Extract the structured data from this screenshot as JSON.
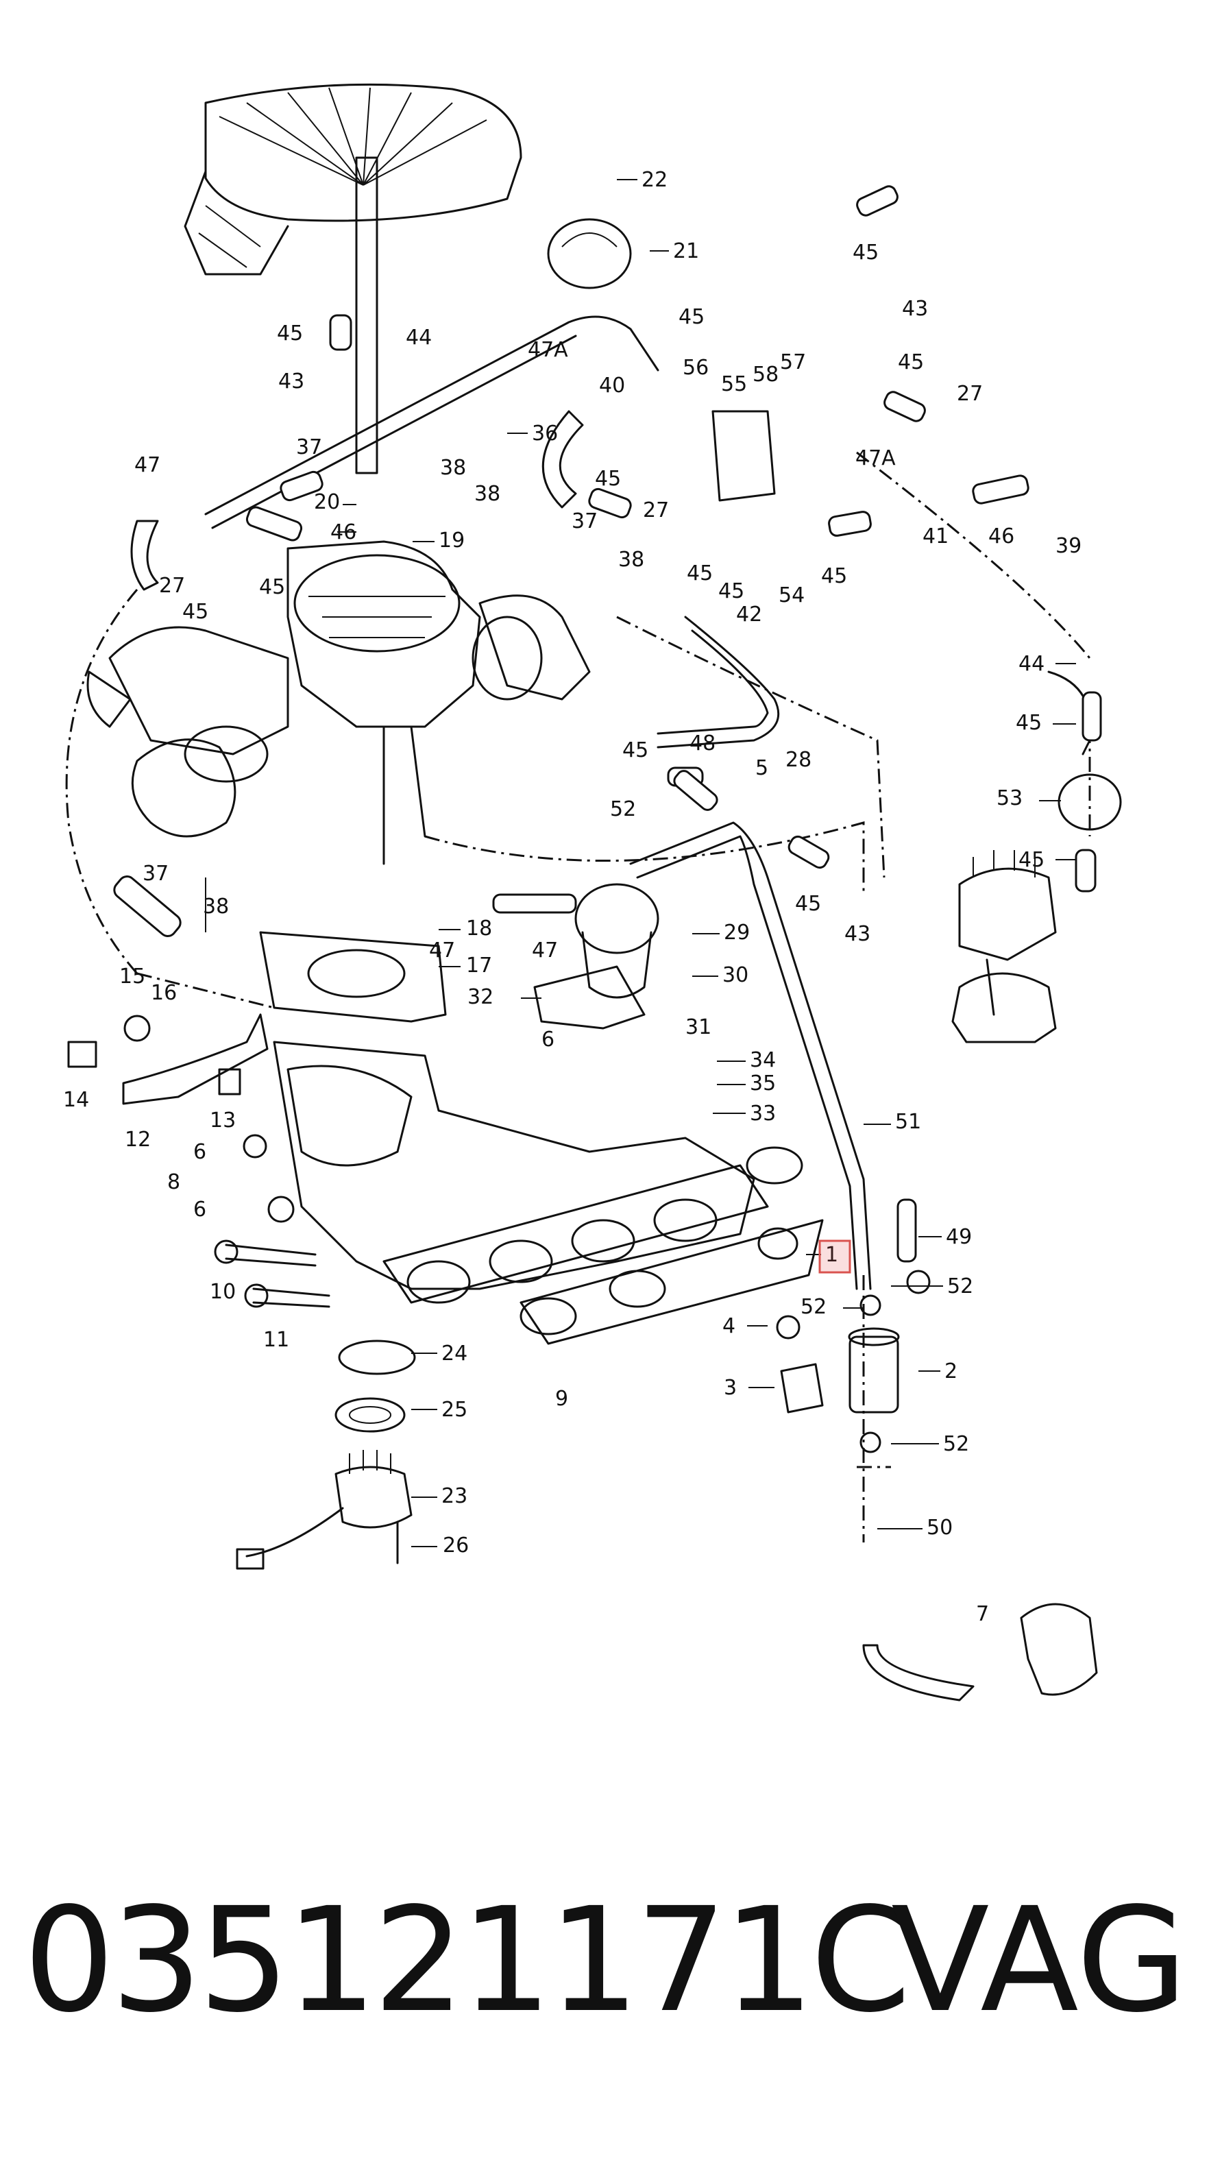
{
  "diagram": {
    "labels": [
      "1",
      "2",
      "3",
      "4",
      "5",
      "6",
      "6",
      "6",
      "7",
      "8",
      "9",
      "10",
      "11",
      "12",
      "13",
      "14",
      "15",
      "16",
      "17",
      "18",
      "19",
      "20",
      "21",
      "22",
      "23",
      "24",
      "25",
      "26",
      "27",
      "27",
      "27",
      "28",
      "29",
      "30",
      "31",
      "32",
      "33",
      "34",
      "35",
      "36",
      "37",
      "37",
      "37",
      "38",
      "38",
      "38",
      "38",
      "39",
      "40",
      "41",
      "42",
      "43",
      "43",
      "43",
      "44",
      "44",
      "45",
      "45",
      "45",
      "45",
      "45",
      "45",
      "45",
      "45",
      "45",
      "45",
      "45",
      "45",
      "45",
      "45",
      "46",
      "46",
      "47",
      "47",
      "47",
      "47A",
      "47A",
      "48",
      "49",
      "50",
      "51",
      "52",
      "52",
      "52",
      "52",
      "53",
      "54",
      "55",
      "56",
      "57",
      "58"
    ],
    "highlighted_label": "1",
    "highlight_color": "#d9534f"
  },
  "footer": {
    "part_number": "035121171C",
    "brand": "VAG"
  }
}
